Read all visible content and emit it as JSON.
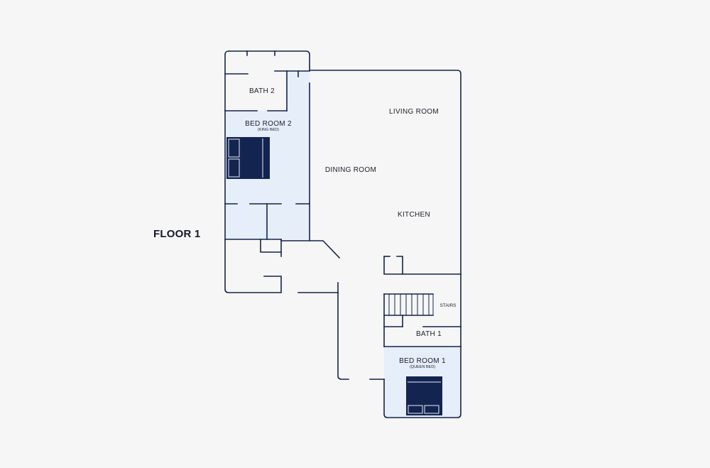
{
  "floor_title": "FLOOR 1",
  "rooms": {
    "bath2": {
      "label": "BATH 2"
    },
    "bedroom2": {
      "label": "BED ROOM 2",
      "sublabel": "(KING BED)"
    },
    "living": {
      "label": "LIVING ROOM"
    },
    "dining": {
      "label": "DINING ROOM"
    },
    "kitchen": {
      "label": "KITCHEN"
    },
    "stairs": {
      "label": "STAIRS"
    },
    "bath1": {
      "label": "BATH 1"
    },
    "bedroom1": {
      "label": "BED ROOM 1",
      "sublabel": "(QUEEN BED)"
    }
  },
  "colors": {
    "background": "#f6f6f6",
    "wall": "#14244a",
    "bedroom_fill": "#e6eef9",
    "bed": "#142450"
  }
}
